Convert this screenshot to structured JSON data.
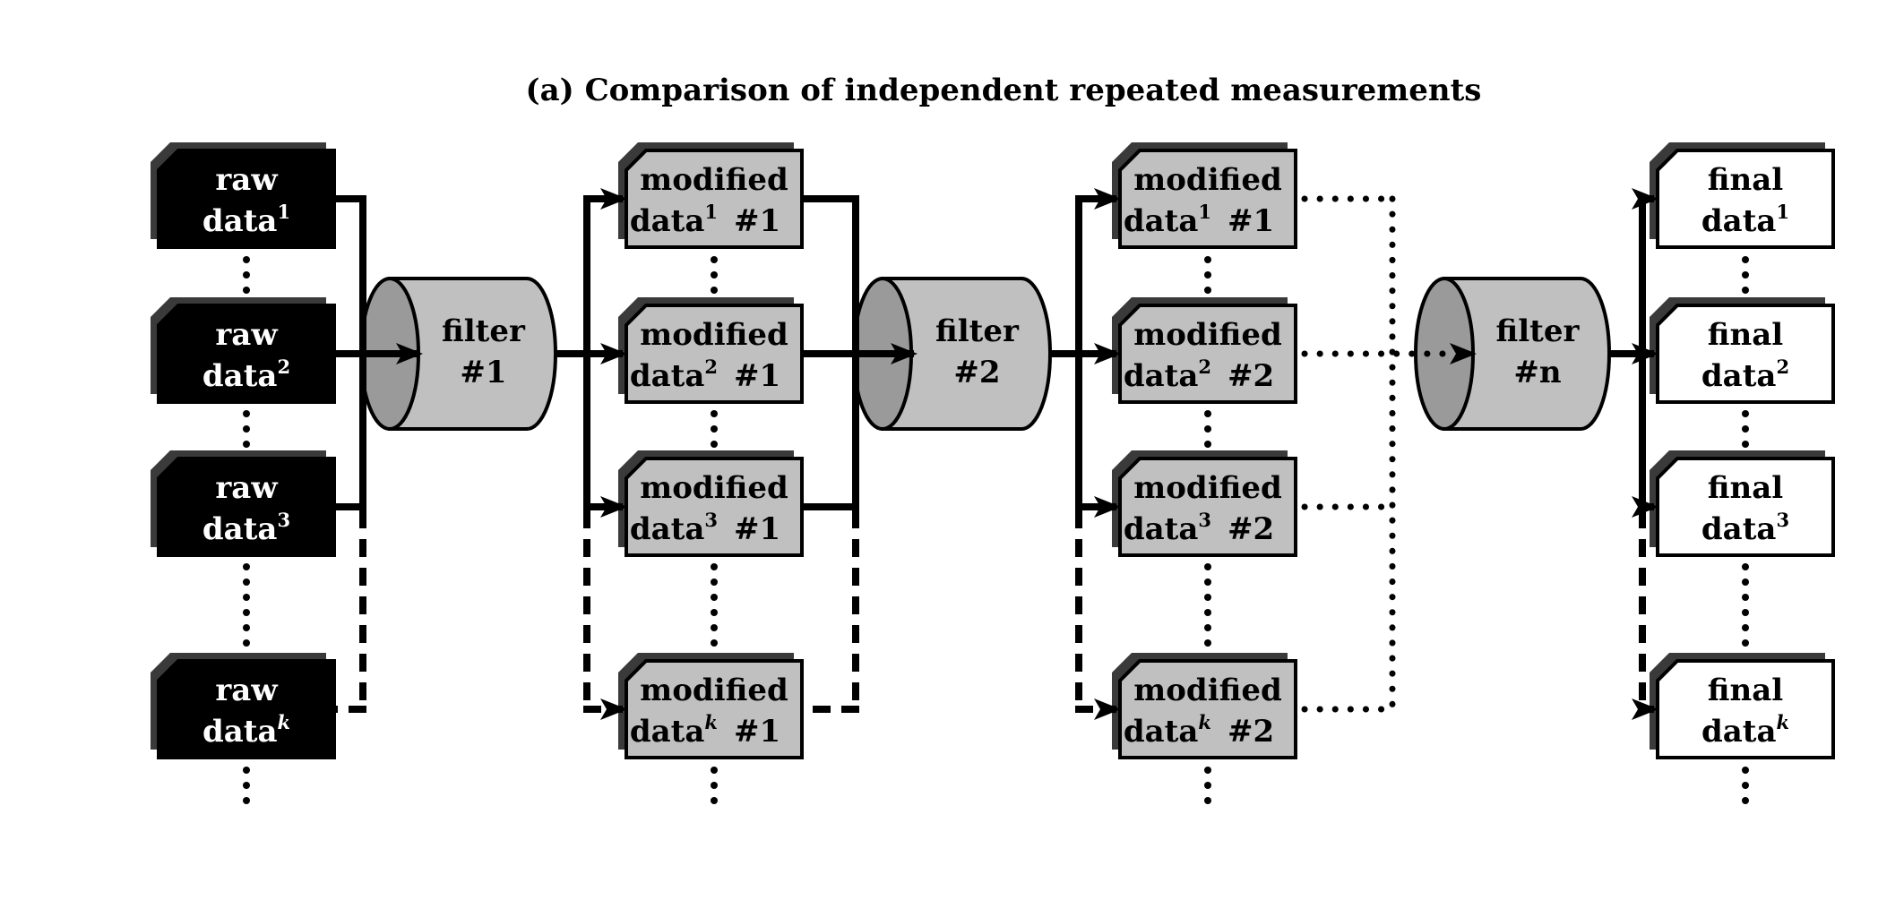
{
  "title": "(a) Comparison of independent repeated measurements",
  "colors": {
    "raw_fill": "#000000",
    "raw_text": "#ffffff",
    "modified_fill": "#c0c0c0",
    "final_fill": "#ffffff",
    "shadow": "#3a3a3a",
    "filter_body": "#c0c0c0",
    "filter_face": "#9a9a9a",
    "line": "#000000"
  },
  "raw": [
    {
      "l1": "raw",
      "l2": "data",
      "sup": "1"
    },
    {
      "l1": "raw",
      "l2": "data",
      "sup": "2"
    },
    {
      "l1": "raw",
      "l2": "data",
      "sup": "3"
    },
    {
      "l1": "raw",
      "l2": "data",
      "sup": "k"
    }
  ],
  "stage1": [
    {
      "l1": "modified",
      "l2": "data",
      "sup": "1",
      "tag": "#1"
    },
    {
      "l1": "modified",
      "l2": "data",
      "sup": "2",
      "tag": "#1"
    },
    {
      "l1": "modified",
      "l2": "data",
      "sup": "3",
      "tag": "#1"
    },
    {
      "l1": "modified",
      "l2": "data",
      "sup": "k",
      "tag": "#1"
    }
  ],
  "stage2": [
    {
      "l1": "modified",
      "l2": "data",
      "sup": "1",
      "tag": "#1"
    },
    {
      "l1": "modified",
      "l2": "data",
      "sup": "2",
      "tag": "#2"
    },
    {
      "l1": "modified",
      "l2": "data",
      "sup": "3",
      "tag": "#2"
    },
    {
      "l1": "modified",
      "l2": "data",
      "sup": "k",
      "tag": "#2"
    }
  ],
  "final": [
    {
      "l1": "final",
      "l2": "data",
      "sup": "1"
    },
    {
      "l1": "final",
      "l2": "data",
      "sup": "2"
    },
    {
      "l1": "final",
      "l2": "data",
      "sup": "3"
    },
    {
      "l1": "final",
      "l2": "data",
      "sup": "k"
    }
  ],
  "filters": [
    {
      "l1": "filter",
      "l2": "#1"
    },
    {
      "l1": "filter",
      "l2": "#2"
    },
    {
      "l1": "filter",
      "l2": "#n"
    }
  ]
}
